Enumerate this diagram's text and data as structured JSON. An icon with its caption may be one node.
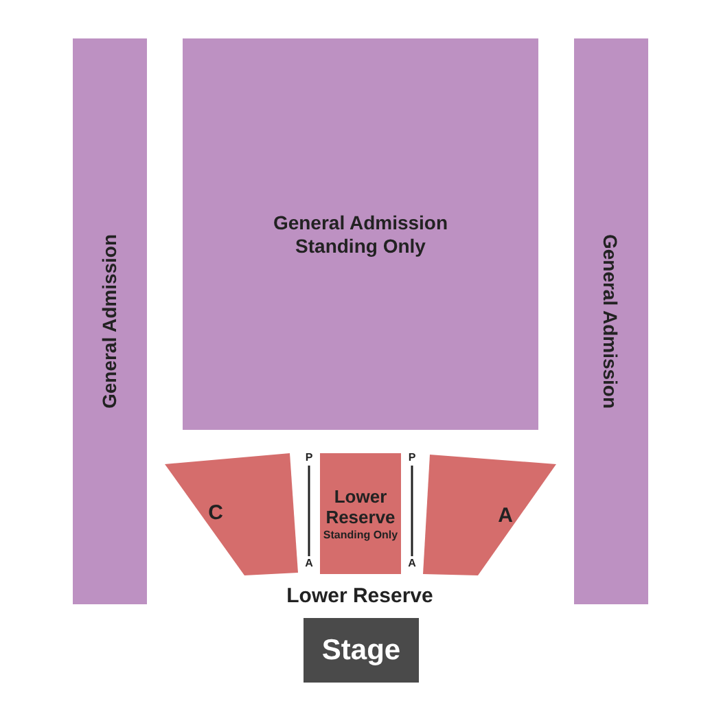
{
  "diagram": {
    "nodes": [
      {
        "text": [
          "General Admission"
        ]
      },
      {
        "text": [
          "General Admission Standing Only"
        ]
      },
      {
        "text": [
          "General Admission"
        ]
      },
      {
        "text": [
          "C"
        ]
      },
      {
        "text": [
          "Lower Reserve",
          "Standing Only"
        ]
      },
      {
        "text": [
          "A"
        ]
      },
      {
        "text": [
          "Stage"
        ]
      }
    ],
    "labels": [
      "P",
      "A",
      "P",
      "A",
      "Lower Reserve"
    ]
  }
}
